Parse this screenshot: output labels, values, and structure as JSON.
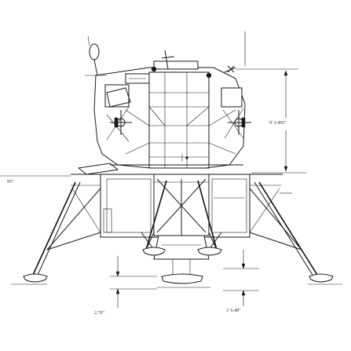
{
  "labels": {
    "height": "9' 3.495\"",
    "left_edge": "95\"",
    "footpad": "2.70\"",
    "stroke": "1' 6.48\""
  },
  "colors": {
    "ink": "#1a1a1a",
    "background": "#ffffff"
  }
}
